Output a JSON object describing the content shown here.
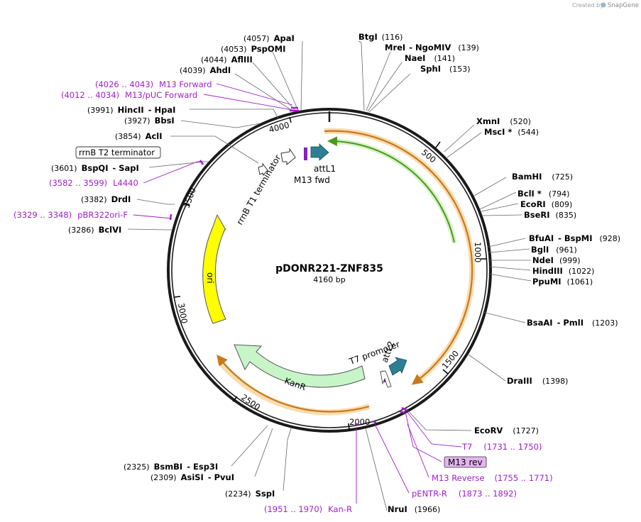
{
  "watermark": {
    "created_by": "Created by",
    "brand": "SnapGene"
  },
  "plasmid": {
    "name": "pDONR221-ZNF835",
    "size": "4160 bp"
  },
  "ticks": [
    "500",
    "1000",
    "1500",
    "2000",
    "2500",
    "3000",
    "3500",
    "4000"
  ],
  "enzymes": {
    "apaI": {
      "name": "ApaI",
      "pos": "(4057)"
    },
    "pspOMI": {
      "name": "PspOMI",
      "pos": "(4053)"
    },
    "aflIII": {
      "name": "AflIII",
      "pos": "(4044)"
    },
    "ahdI": {
      "name": "AhdI",
      "pos": "(4039)"
    },
    "hincII": {
      "name": "HincII",
      "pos": "(3991)",
      "partner": "- HpaI"
    },
    "bbsI": {
      "name": "BbsI",
      "pos": "(3927)"
    },
    "aclI": {
      "name": "AclI",
      "pos": "(3854)"
    },
    "bspQI": {
      "name": "BspQI",
      "pos": "(3601)",
      "partner": "- SapI"
    },
    "drdI": {
      "name": "DrdI",
      "pos": "(3382)"
    },
    "bclVI": {
      "name": "BclVI",
      "pos": "(3286)"
    },
    "btgI": {
      "name": "BtgI",
      "pos": "(116)"
    },
    "mreI": {
      "name": "MreI",
      "pos": "(139)",
      "partner": "- NgoMIV"
    },
    "naeI": {
      "name": "NaeI",
      "pos": "(141)"
    },
    "sphI": {
      "name": "SphI",
      "pos": "(153)"
    },
    "xmnI": {
      "name": "XmnI",
      "pos": "(520)"
    },
    "mscI": {
      "name": "MscI *",
      "pos": "(544)"
    },
    "bamHI": {
      "name": "BamHI",
      "pos": "(725)"
    },
    "bclI": {
      "name": "BclI *",
      "pos": "(794)"
    },
    "ecoRI": {
      "name": "EcoRI",
      "pos": "(809)"
    },
    "bseRI": {
      "name": "BseRI",
      "pos": "(835)"
    },
    "bfuAI": {
      "name": "BfuAI",
      "pos": "(928)",
      "partner": "- BspMI"
    },
    "bglI": {
      "name": "BglI",
      "pos": "(961)"
    },
    "ndeI": {
      "name": "NdeI",
      "pos": "(999)"
    },
    "hindIII": {
      "name": "HindIII",
      "pos": "(1022)"
    },
    "ppuMI": {
      "name": "PpuMI",
      "pos": "(1061)"
    },
    "bsaAI": {
      "name": "BsaAI",
      "pos": "(1203)",
      "partner": "- PmlI"
    },
    "draIII": {
      "name": "DraIII",
      "pos": "(1398)"
    },
    "ecoRV": {
      "name": "EcoRV",
      "pos": "(1727)"
    },
    "nruI": {
      "name": "NruI",
      "pos": "(1966)"
    },
    "sspI": {
      "name": "SspI",
      "pos": "(2234)"
    },
    "asiSI": {
      "name": "AsiSI",
      "pos": "(2309)",
      "partner": "- PvuI"
    },
    "bsmBI": {
      "name": "BsmBI",
      "pos": "(2325)",
      "partner": "- Esp3I"
    }
  },
  "primers": {
    "m13fwd": {
      "range": "(4026 .. 4043)",
      "name": "M13 Forward"
    },
    "m13puc": {
      "range": "(4012 .. 4034)",
      "name": "M13/pUC Forward"
    },
    "l4440": {
      "range": "(3582 .. 3599)",
      "name": "L4440"
    },
    "pbr322": {
      "range": "(3329 .. 3348)",
      "name": "pBR322ori-F"
    },
    "t7": {
      "name": "T7",
      "range": "(1731 .. 1750)"
    },
    "m13rev": {
      "name": "M13 rev"
    },
    "m13reverse": {
      "name": "M13 Reverse",
      "range": "(1755 .. 1771)"
    },
    "pentr": {
      "name": "pENTR-R",
      "range": "(1873 .. 1892)"
    },
    "kanr": {
      "range": "(1951 .. 1970)",
      "name": "Kan-R"
    }
  },
  "features": {
    "rrnbT2": "rrnB T2 terminator",
    "rrnbT1": "rrnB T1 terminator",
    "attL1": "attL1",
    "m13fwdLabel": "M13 fwd",
    "t7promoter": "T7 promoter",
    "attL2": "attL2",
    "kanR": "KanR",
    "ori": "ori"
  },
  "colors": {
    "backbone": "#1a1a1a",
    "primer": "#a020c8",
    "ori": "#ffff00",
    "kanr": "#c8f5c8",
    "att": "#2e7f94",
    "orange": "#c8781e",
    "green": "#4a9a1e",
    "badge": "#e4b4f0"
  }
}
